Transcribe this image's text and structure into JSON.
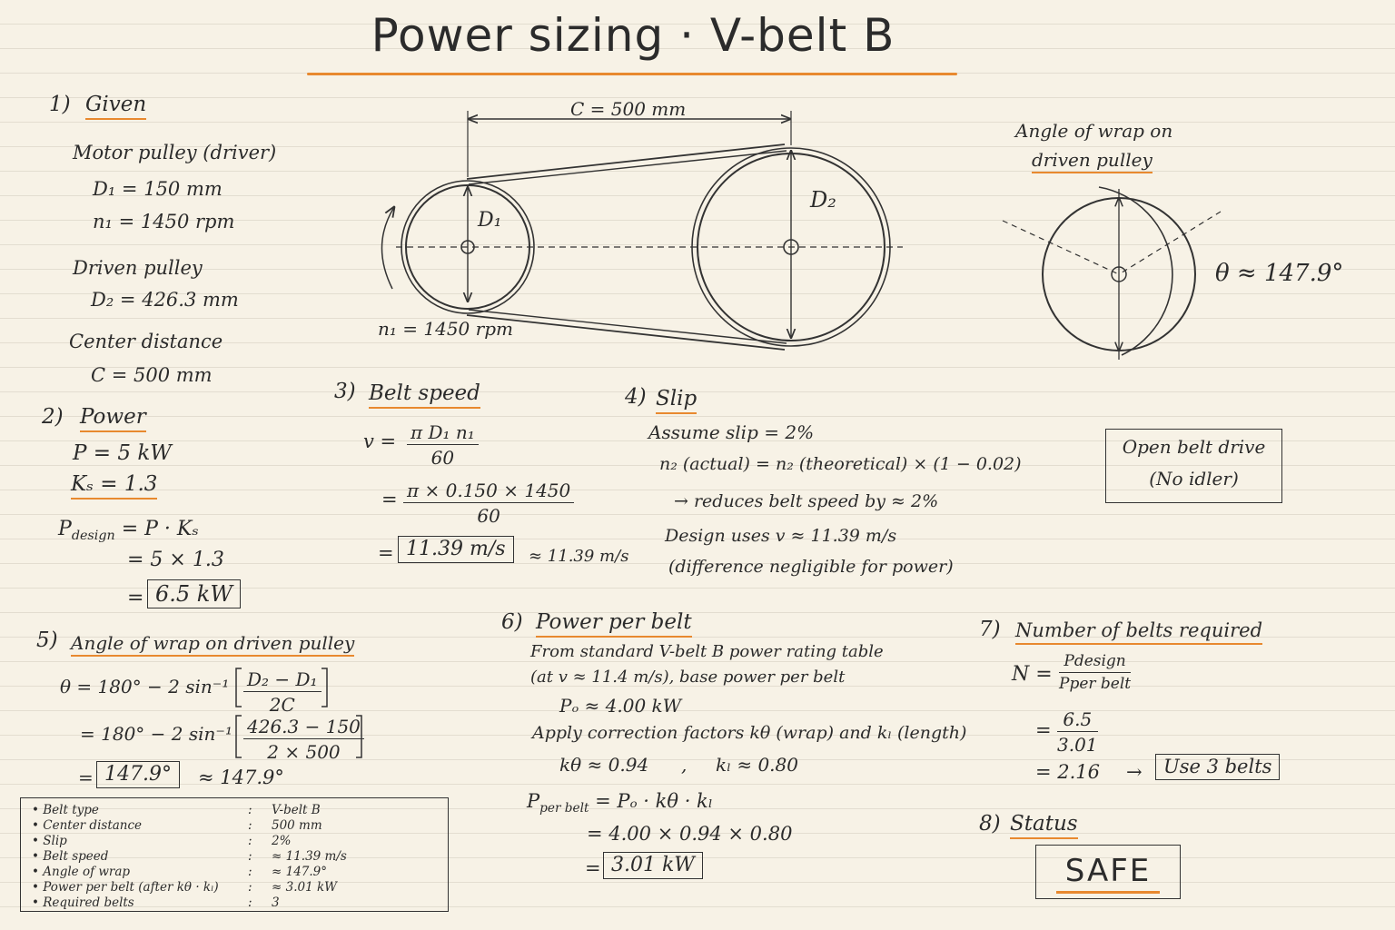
{
  "title": "Power sizing · V-belt B",
  "s1": {
    "heading_num": "1)",
    "heading": "Given",
    "motor": "Motor pulley (driver)",
    "d1": "D₁ = 150 mm",
    "n1": "n₁ = 1450 rpm",
    "driven": "Driven pulley",
    "d2": "D₂ = 426.3 mm",
    "center": "Center distance",
    "c": "C = 500 mm"
  },
  "s2": {
    "heading_num": "2)",
    "heading": "Power",
    "p": "P = 5 kW",
    "ks": "Kₛ = 1.3",
    "pdesign_lhs": "P",
    "pdesign_sub": "design",
    "pdesign_rhs": "= P · Kₛ",
    "step": "= 5 × 1.3",
    "eq": "=",
    "result": "6.5 kW"
  },
  "diagram": {
    "c_label": "C = 500 mm",
    "d1_label": "D₁",
    "d2_label": "D₂",
    "n1_label": "n₁ = 1450 rpm",
    "wrap_title_1": "Angle of wrap on",
    "wrap_title_2": "driven pulley",
    "theta_label": "θ ≈ 147.9°"
  },
  "s3": {
    "heading_num": "3)",
    "heading": "Belt speed",
    "v": "v =",
    "f1_num": "π D₁ n₁",
    "f1_den": "60",
    "eq2": "=",
    "f2_num": "π × 0.150 × 1450",
    "f2_den": "60",
    "eq3": "=",
    "result": "11.39 m/s",
    "approx": "≈ 11.39 m/s"
  },
  "s4": {
    "heading_num": "4)",
    "heading": "Slip",
    "assume": "Assume slip = 2%",
    "n2": "n₂ (actual) = n₂ (theoretical) × (1 − 0.02)",
    "reduces": "→ reduces belt speed by ≈ 2%",
    "design": "Design uses v ≈ 11.39 m/s",
    "diff": "(difference negligible for power)"
  },
  "open_box": {
    "line1": "Open belt drive",
    "line2": "(No idler)"
  },
  "s5": {
    "heading_num": "5)",
    "heading": "Angle of wrap on driven pulley",
    "l1_pre": "θ = 180° − 2 sin⁻¹",
    "f1_num": "D₂ − D₁",
    "f1_den": "2C",
    "l2_pre": "= 180° − 2 sin⁻¹",
    "f2_num": "426.3 − 150",
    "f2_den": "2 × 500",
    "eq": "=",
    "result": "147.9°",
    "approx": "≈ 147.9°"
  },
  "s6": {
    "heading_num": "6)",
    "heading": "Power per belt",
    "from": "From standard V-belt B power rating table",
    "at": "(at v ≈ 11.4 m/s), base power per belt",
    "po": "Pₒ ≈ 4.00 kW",
    "apply": "Apply correction factors kθ (wrap) and kₗ (length)",
    "ktheta": "kθ ≈ 0.94",
    "comma": ",",
    "kl": "kₗ ≈ 0.80",
    "pper_lhs": "P",
    "pper_sub": "per belt",
    "pper_rhs": "= Pₒ · kθ · kₗ",
    "step": "= 4.00 × 0.94 × 0.80",
    "eq": "=",
    "result": "3.01 kW"
  },
  "s7": {
    "heading_num": "7)",
    "heading": "Number of belts required",
    "n": "N =",
    "f1_num": "Pdesign",
    "f1_den": "Pper belt",
    "eq2": "=",
    "f2_num": "6.5",
    "f2_den": "3.01",
    "result_line": "= 2.16",
    "arrow": "→",
    "result": "Use 3 belts"
  },
  "s8": {
    "heading_num": "8)",
    "heading": "Status",
    "value": "SAFE"
  },
  "summary": {
    "rows": [
      {
        "k": "• Belt type",
        "c": ":",
        "v": "V-belt B"
      },
      {
        "k": "• Center distance",
        "c": ":",
        "v": "500 mm"
      },
      {
        "k": "• Slip",
        "c": ":",
        "v": "2%"
      },
      {
        "k": "• Belt speed",
        "c": ":",
        "v": "≈ 11.39 m/s"
      },
      {
        "k": "• Angle of wrap",
        "c": ":",
        "v": "≈ 147.9°"
      },
      {
        "k": "• Power per belt (after kθ · kₗ)",
        "c": ":",
        "v": "≈ 3.01 kW"
      },
      {
        "k": "• Required belts",
        "c": ":",
        "v": "3"
      }
    ]
  },
  "colors": {
    "paper": "#f7f2e6",
    "ink": "#2b2b2b",
    "accent": "#e8892f",
    "rule": "#e3ddd0"
  }
}
